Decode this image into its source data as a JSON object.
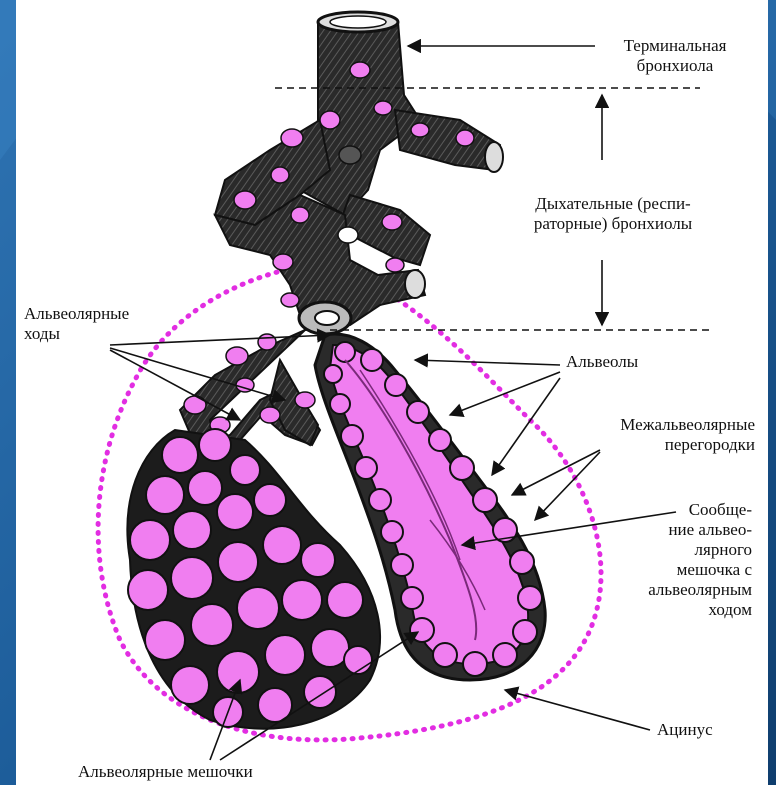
{
  "colors": {
    "frame": "#1d5d9a",
    "frame_dark": "#0f3e6e",
    "tissue": "#2a2a2a",
    "alveolus_fill": "#f07ef0",
    "acinus_outline": "#e22de2",
    "arrow": "#111111"
  },
  "labels": {
    "terminal_bronchiole": "Терминальная\nбронхиола",
    "respiratory_bronchioles": "Дыхательные (респи-\nраторные) бронхиолы",
    "alveolar_ducts": "Альвеолярные\nходы",
    "alveoli": "Альвеолы",
    "interalveolar_septa": "Межальвеолярные\nперегородки",
    "sac_duct_connection": "Сообще-\nние альвео-\nлярного\nмешочка с\nальвеолярным\nходом",
    "acinus": "Ацинус",
    "alveolar_sacs": "Альвеолярные мешочки"
  }
}
